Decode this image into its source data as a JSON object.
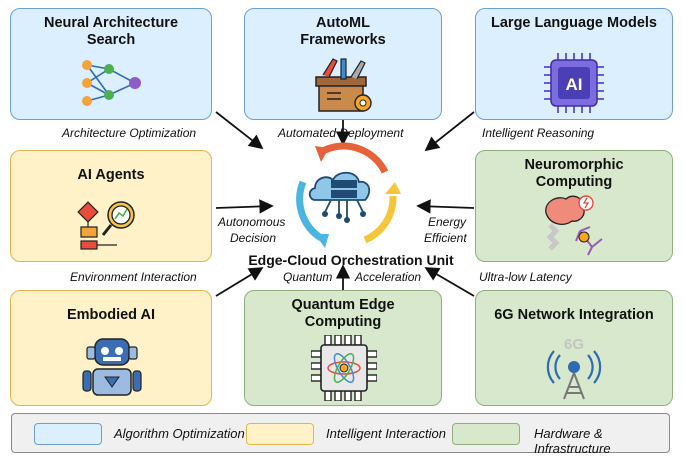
{
  "boxes": {
    "nas": "Neural Architecture\nSearch",
    "automl": "AutoML\nFrameworks",
    "llm": "Large Language Models",
    "agents": "AI Agents",
    "neuro": "Neuromorphic\nComputing",
    "embodied": "Embodied AI",
    "quantum": "Quantum Edge\nComputing",
    "sixg": "6G Network Integration"
  },
  "icons": {
    "nas": "neural-network-icon",
    "automl": "toolbox-icon",
    "llm": "ai-chip-icon",
    "agents": "flowchart-magnifier-icon",
    "neuro": "brain-neuron-icon",
    "embodied": "robot-icon",
    "quantum": "quantum-chip-icon",
    "sixg": "6g-tower-icon",
    "center": "cloud-server-cycle-icon"
  },
  "center": {
    "title": "Edge-Cloud Orchestration Unit"
  },
  "labels": {
    "nas": "Architecture Optimization",
    "automl": "Automated Deployment",
    "llm": "Intelligent Reasoning",
    "agents_line1": "Autonomous",
    "agents_line2": "Decision",
    "neuro_line1": "Energy",
    "neuro_line2": "Efficient",
    "env": "Environment Interaction",
    "quantum_left": "Quantum",
    "quantum_right": "Acceleration",
    "latency": "Ultra-low Latency"
  },
  "legend": [
    {
      "label": "Algorithm Optimization",
      "color": "#dcefff"
    },
    {
      "label": "Intelligent Interaction",
      "color": "#fff1c8"
    },
    {
      "label": "Hardware & Infrastructure",
      "color": "#d7e8cc"
    }
  ],
  "colors": {
    "blue": "#dcefff",
    "yellow": "#fff1c8",
    "green": "#d7e8cc"
  }
}
